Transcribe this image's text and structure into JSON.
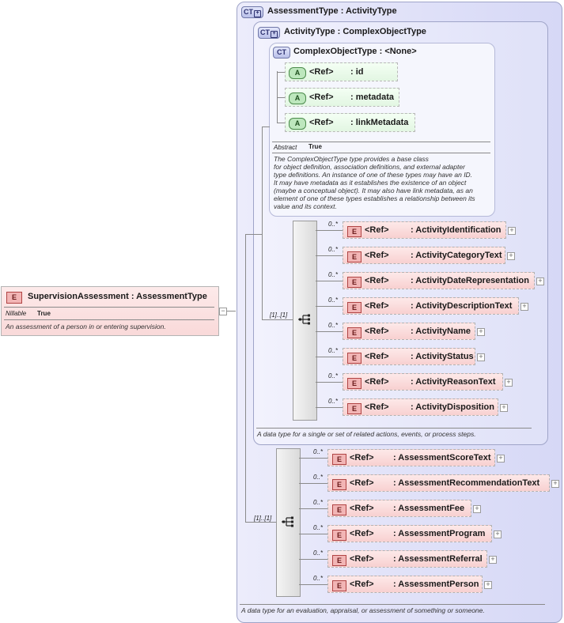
{
  "root": {
    "badge": "E",
    "name": "SupervisionAssessment : AssessmentType",
    "prop_key": "Nillable",
    "prop_val": "True",
    "doc": "An assessment of a person in or entering supervision."
  },
  "outer": {
    "badge": "CT",
    "title": "AssessmentType : ActivityType",
    "doc": "A data type for an evaluation, appraisal, or assessment of something or someone.",
    "seq_card": "[1]..[1]"
  },
  "mid": {
    "badge": "CT",
    "title": "ActivityType : ComplexObjectType",
    "doc": "A data type for a single or set of related actions, events, or process steps.",
    "seq_card": "[1]..[1]"
  },
  "inner": {
    "badge": "CT",
    "title": "ComplexObjectType : <None>",
    "prop_key": "Abstract",
    "prop_val": "True",
    "doc": [
      "The ComplexObjectType type provides a base class",
      "for object definition, association definitions, and external adapter",
      "type definitions. An instance of one of these types may have an ID.",
      "It may have metadata as it establishes the existence of an object",
      "(maybe a conceptual object). It may also have link metadata, as an",
      "element of one of these types establishes a relationship between its",
      "value and its context."
    ],
    "attributes": [
      {
        "badge": "A",
        "ref": "<Ref>",
        "name": ": id"
      },
      {
        "badge": "A",
        "ref": "<Ref>",
        "name": ": metadata"
      },
      {
        "badge": "A",
        "ref": "<Ref>",
        "name": ": linkMetadata"
      }
    ]
  },
  "activity_elements": [
    {
      "occ": "0..*",
      "badge": "E",
      "ref": "<Ref>",
      "name": ": ActivityIdentification"
    },
    {
      "occ": "0..*",
      "badge": "E",
      "ref": "<Ref>",
      "name": ": ActivityCategoryText"
    },
    {
      "occ": "0..*",
      "badge": "E",
      "ref": "<Ref>",
      "name": ": ActivityDateRepresentation"
    },
    {
      "occ": "0..*",
      "badge": "E",
      "ref": "<Ref>",
      "name": ": ActivityDescriptionText"
    },
    {
      "occ": "0..*",
      "badge": "E",
      "ref": "<Ref>",
      "name": ": ActivityName"
    },
    {
      "occ": "0..*",
      "badge": "E",
      "ref": "<Ref>",
      "name": ": ActivityStatus"
    },
    {
      "occ": "0..*",
      "badge": "E",
      "ref": "<Ref>",
      "name": ": ActivityReasonText"
    },
    {
      "occ": "0..*",
      "badge": "E",
      "ref": "<Ref>",
      "name": ": ActivityDisposition"
    }
  ],
  "assessment_elements": [
    {
      "occ": "0..*",
      "badge": "E",
      "ref": "<Ref>",
      "name": ": AssessmentScoreText"
    },
    {
      "occ": "0..*",
      "badge": "E",
      "ref": "<Ref>",
      "name": ": AssessmentRecommendationText"
    },
    {
      "occ": "0..*",
      "badge": "E",
      "ref": "<Ref>",
      "name": ": AssessmentFee"
    },
    {
      "occ": "0..*",
      "badge": "E",
      "ref": "<Ref>",
      "name": ": AssessmentProgram"
    },
    {
      "occ": "0..*",
      "badge": "E",
      "ref": "<Ref>",
      "name": ": AssessmentReferral"
    },
    {
      "occ": "0..*",
      "badge": "E",
      "ref": "<Ref>",
      "name": ": AssessmentPerson"
    }
  ]
}
